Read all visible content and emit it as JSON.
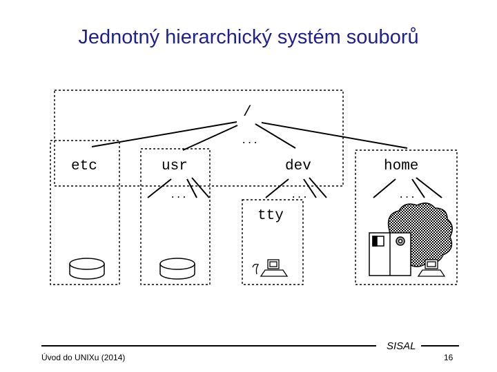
{
  "slide": {
    "title": "Jednotný hierarchický systém souborů"
  },
  "tree": {
    "root_label": "/",
    "ellipsis": "...",
    "nodes": {
      "etc": "etc",
      "usr": "usr",
      "dev": "dev",
      "home": "home",
      "tty": "tty"
    }
  },
  "footer": {
    "course": "Úvod do UNIXu (2014)",
    "brand": "SISAL",
    "page_number": "16"
  }
}
